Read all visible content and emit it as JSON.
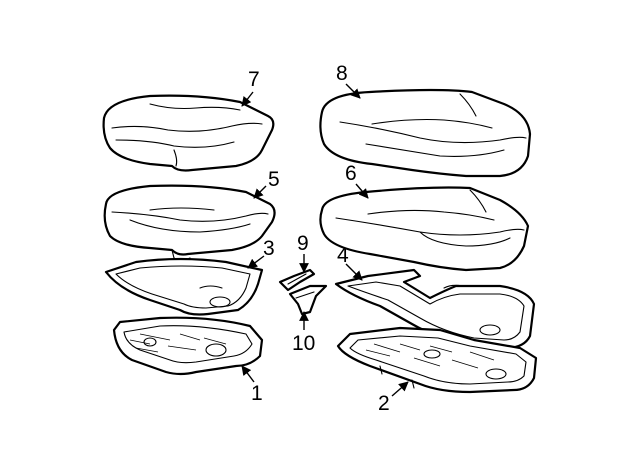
{
  "callouts": [
    {
      "id": "1",
      "label": "1"
    },
    {
      "id": "2",
      "label": "2"
    },
    {
      "id": "3",
      "label": "3"
    },
    {
      "id": "4",
      "label": "4"
    },
    {
      "id": "5",
      "label": "5"
    },
    {
      "id": "6",
      "label": "6"
    },
    {
      "id": "7",
      "label": "7"
    },
    {
      "id": "8",
      "label": "8"
    },
    {
      "id": "9",
      "label": "9"
    },
    {
      "id": "10",
      "label": "10"
    }
  ],
  "colors": {
    "background": "#ffffff",
    "line": "#000000"
  }
}
